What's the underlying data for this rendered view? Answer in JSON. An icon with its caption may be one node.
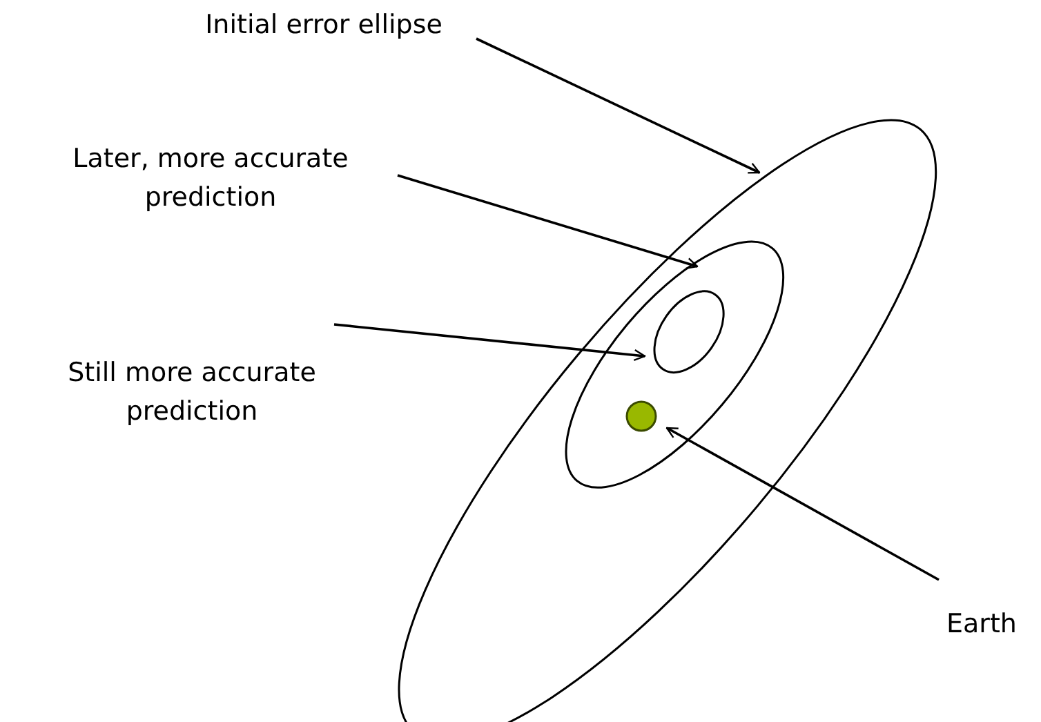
{
  "diagram": {
    "nodes": [
      {
        "text": [
          "Initial error ellipse"
        ]
      },
      {
        "text": [],
        "shape": "ellipse"
      },
      {
        "text": [
          "Later, more accurate prediction"
        ]
      },
      {
        "text": [],
        "shape": "ellipse",
        "in": 1
      },
      {
        "text": [
          "Still more accurate prediction"
        ]
      },
      {
        "text": [],
        "shape": "ellipse",
        "in": 3
      },
      {
        "text": [],
        "shape": "circle",
        "in": 3
      },
      {
        "text": [
          "Earth"
        ]
      }
    ],
    "edges": [
      {
        "from": 0,
        "to": 1,
        "arrow": "to"
      },
      {
        "from": 2,
        "to": 3,
        "arrow": "to"
      },
      {
        "from": 4,
        "to": 5,
        "arrow": "to"
      },
      {
        "from": 7,
        "to": 6,
        "arrow": "to"
      }
    ]
  }
}
